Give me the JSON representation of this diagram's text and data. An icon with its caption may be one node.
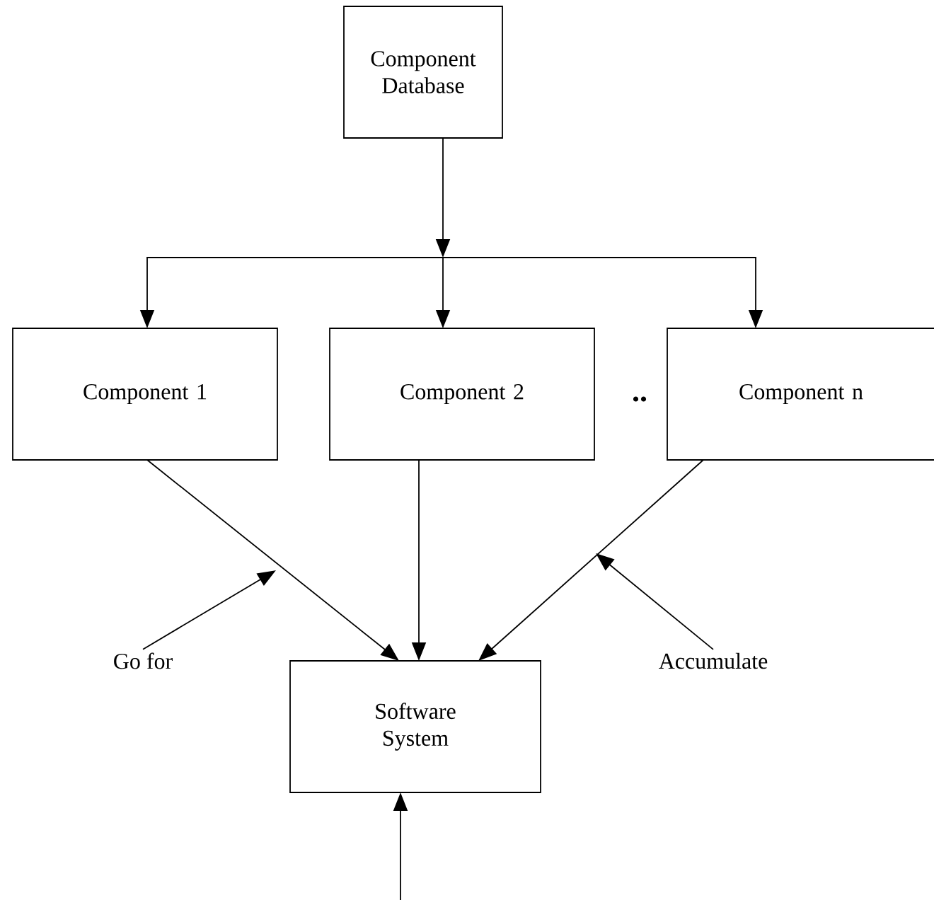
{
  "diagram": {
    "nodes": [
      {
        "text": [
          "Component Database"
        ]
      },
      {
        "text": [],
        "shape": "bar"
      },
      {
        "text": [
          "Component 1"
        ]
      },
      {
        "text": [
          "Component 2"
        ]
      },
      {
        "text": [
          "Component n"
        ]
      },
      {
        "text": [
          "Software System"
        ]
      },
      {
        "text": [
          "Go for"
        ]
      },
      {
        "text": [
          "Accumulate"
        ]
      }
    ],
    "edges": [
      {
        "from": 0,
        "to": 1,
        "arrow": "to"
      },
      {
        "from": 1,
        "to": 2,
        "arrow": "to"
      },
      {
        "from": 1,
        "to": 3,
        "arrow": "to"
      },
      {
        "from": 1,
        "to": 4,
        "arrow": "to"
      },
      {
        "from": 2,
        "to": 5,
        "arrow": "to"
      },
      {
        "from": 3,
        "to": 5,
        "arrow": "to"
      },
      {
        "from": 4,
        "to": 5,
        "arrow": "to"
      },
      {
        "from": 6,
        "to": null,
        "arrow": "to"
      },
      {
        "from": 7,
        "to": null,
        "arrow": "to"
      },
      {
        "from": null,
        "to": 5,
        "arrow": "to"
      }
    ],
    "labels": [
      ".."
    ]
  }
}
